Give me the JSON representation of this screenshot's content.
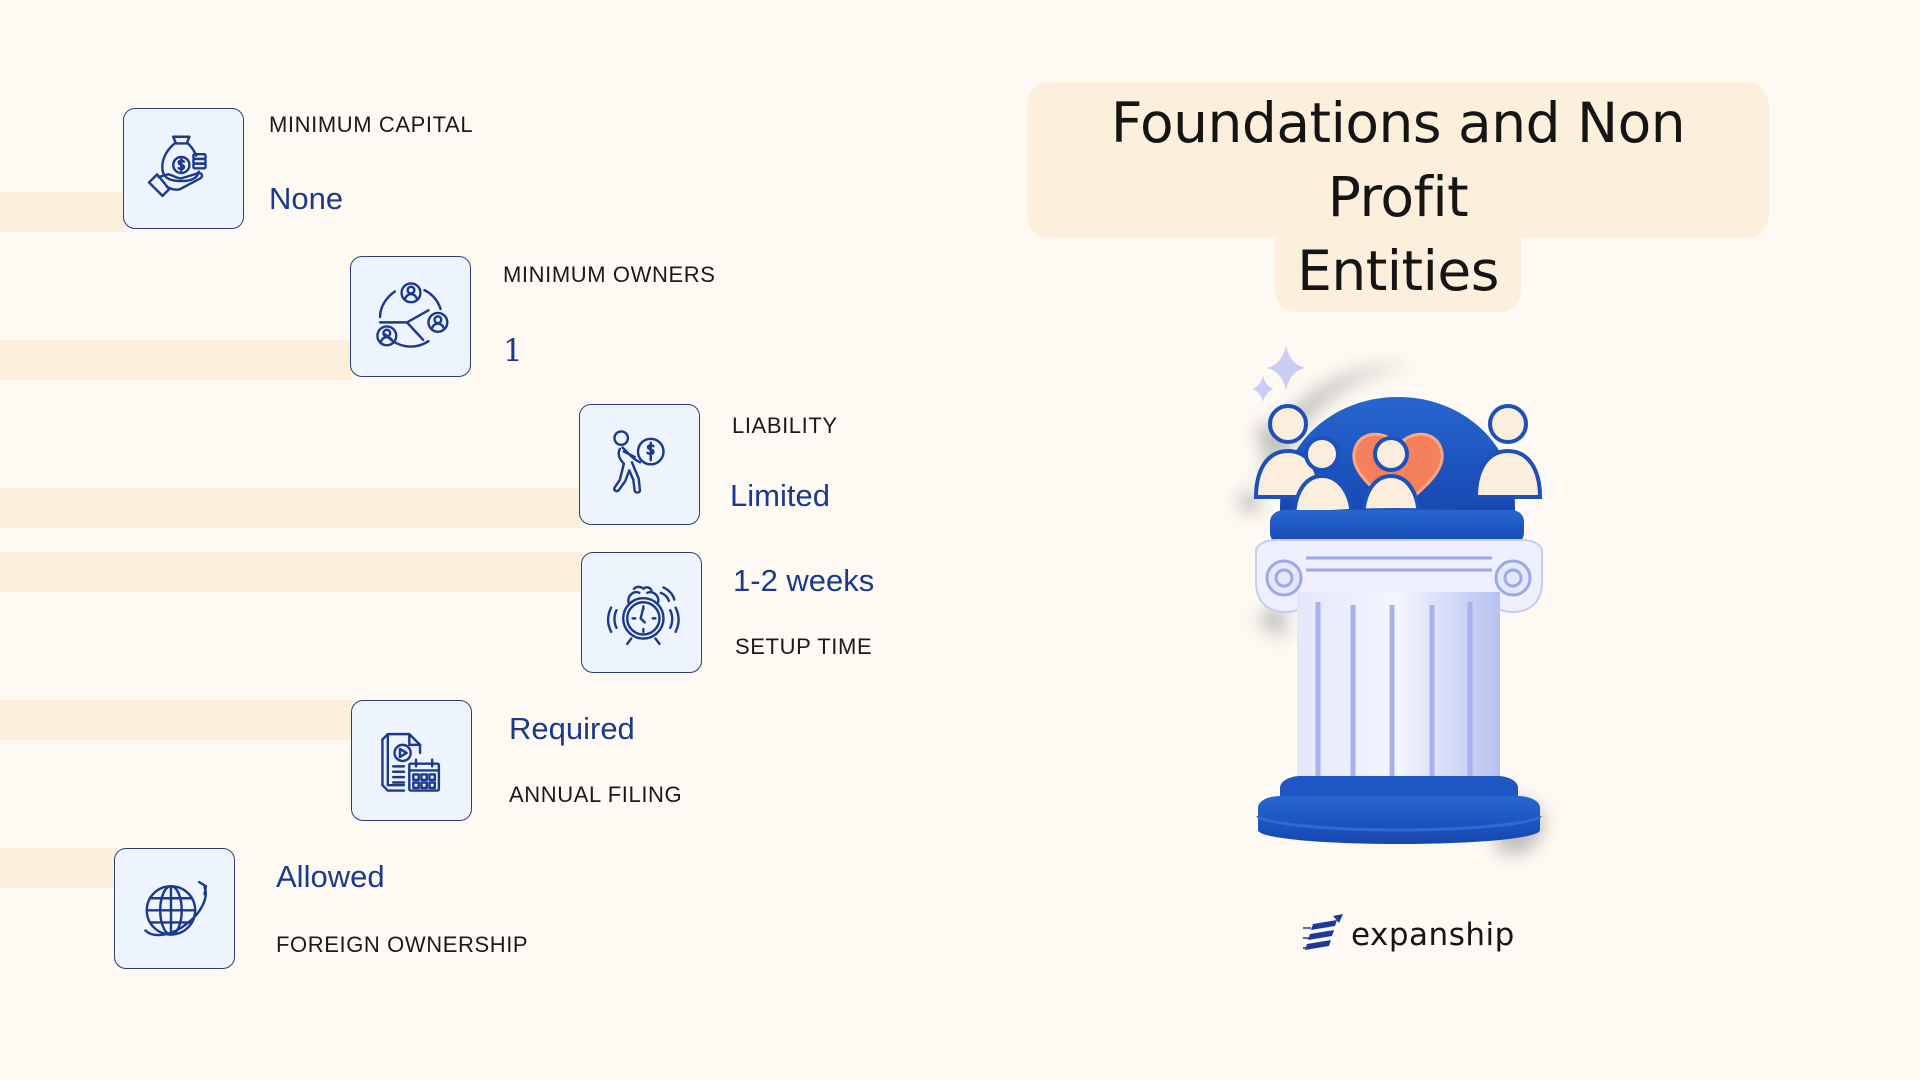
{
  "title": {
    "line1": "Foundations and Non Profit",
    "line2": "Entities"
  },
  "features": [
    {
      "icon": "money-bag-hand-icon",
      "label": "MINIMUM CAPITAL",
      "value": "None"
    },
    {
      "icon": "owners-network-icon",
      "label": "MINIMUM OWNERS",
      "value": "1"
    },
    {
      "icon": "person-carrying-coin-icon",
      "label": "LIABILITY",
      "value": "Limited"
    },
    {
      "icon": "alarm-clock-icon",
      "label": "SETUP TIME",
      "value": "1-2 weeks"
    },
    {
      "icon": "document-calendar-icon",
      "label": "ANNUAL FILING",
      "value": "Required"
    },
    {
      "icon": "globe-orbit-icon",
      "label": "FOREIGN OWNERSHIP",
      "value": "Allowed"
    }
  ],
  "illustration": {
    "name": "pillar-with-family-heart-dome"
  },
  "brand": {
    "name": "expanship"
  },
  "colors": {
    "background": "#FEFAF3",
    "highlight": "#FCEFDC",
    "accent_blue": "#1B3A8C",
    "icon_bg": "#EEF4FE",
    "pillar_blue": "#1D56C2",
    "heart": "#F5805C"
  }
}
